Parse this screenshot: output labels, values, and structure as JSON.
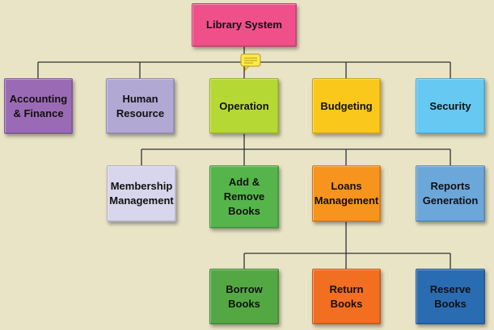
{
  "diagram": {
    "root": {
      "label": "Library System",
      "color": "#f0508a"
    },
    "level1": [
      {
        "id": "accounting",
        "label": "Accounting\n& Finance",
        "color": "#9b6ab5"
      },
      {
        "id": "human-resource",
        "label": "Human\nResource",
        "color": "#b1a8d4"
      },
      {
        "id": "operation",
        "label": "Operation",
        "color": "#b6d834"
      },
      {
        "id": "budgeting",
        "label": "Budgeting",
        "color": "#f9c81b"
      },
      {
        "id": "security",
        "label": "Security",
        "color": "#66c9f2"
      }
    ],
    "level2": [
      {
        "id": "membership",
        "label": "Membership\nManagement",
        "color": "#d8d6ec"
      },
      {
        "id": "add-remove-books",
        "label": "Add &\nRemove\nBooks",
        "color": "#55b54a"
      },
      {
        "id": "loans",
        "label": "Loans\nManagement",
        "color": "#f7941d"
      },
      {
        "id": "reports",
        "label": "Reports\nGeneration",
        "color": "#6ca7da"
      }
    ],
    "level3": [
      {
        "id": "borrow-books",
        "label": "Borrow\nBooks",
        "color": "#54a843"
      },
      {
        "id": "return-books",
        "label": "Return\nBooks",
        "color": "#f26e21"
      },
      {
        "id": "reserve-books",
        "label": "Reserve\nBooks",
        "color": "#2a6cb2"
      }
    ],
    "connector_color": "#333333",
    "comment_icon": "comment-bubble-icon"
  }
}
